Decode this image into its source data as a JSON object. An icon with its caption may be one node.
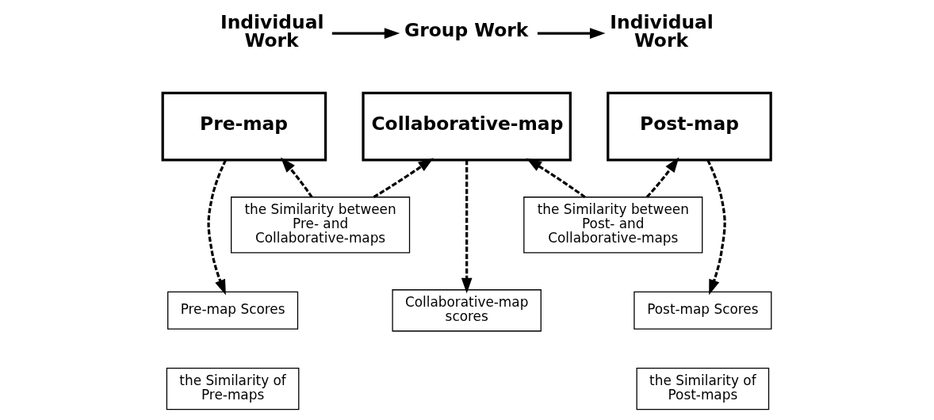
{
  "diagram": {
    "nodes": [
      {
        "text": [
          "Individual Work"
        ]
      },
      {
        "text": [
          "Group Work"
        ]
      },
      {
        "text": [
          "Individual Work"
        ]
      },
      {
        "text": [
          "Pre-map"
        ]
      },
      {
        "text": [
          "Collaborative-map"
        ]
      },
      {
        "text": [
          "Post-map"
        ]
      },
      {
        "text": [
          "the Similarity between Pre- and Collaborative-maps"
        ]
      },
      {
        "text": [
          "the Similarity between Post- and Collaborative-maps"
        ]
      },
      {
        "text": [
          "Pre-map Scores"
        ]
      },
      {
        "text": [
          "the Similarity of Pre-maps"
        ]
      },
      {
        "text": [
          "Collaborative-map scores"
        ]
      },
      {
        "text": [
          "Post-map Scores"
        ]
      },
      {
        "text": [
          "the Similarity of Post-maps"
        ]
      }
    ],
    "edges": [
      {
        "from": 0,
        "to": 1,
        "arrow": "to"
      },
      {
        "from": 1,
        "to": 2,
        "arrow": "to"
      },
      {
        "from": 6,
        "to": 3,
        "arrow": "to",
        "style": "dashed"
      },
      {
        "from": 6,
        "to": 4,
        "arrow": "to",
        "style": "dashed"
      },
      {
        "from": 7,
        "to": 4,
        "arrow": "to",
        "style": "dashed"
      },
      {
        "from": 7,
        "to": 5,
        "arrow": "to",
        "style": "dashed"
      },
      {
        "from": 3,
        "to": 8,
        "arrow": "to",
        "style": "dashed"
      },
      {
        "from": 4,
        "to": 10,
        "arrow": "to",
        "style": "dashed"
      },
      {
        "from": 5,
        "to": 11,
        "arrow": "to",
        "style": "dashed"
      }
    ]
  }
}
